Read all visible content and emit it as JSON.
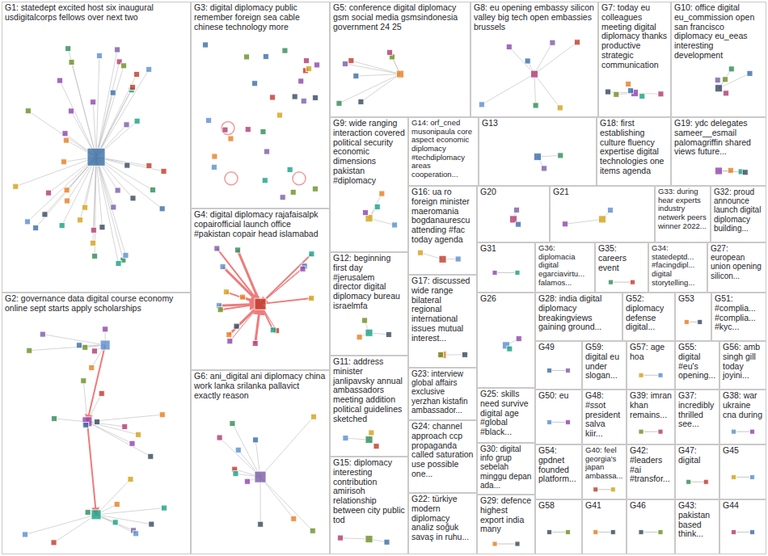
{
  "diagram": {
    "nodes": [
      {
        "text": [
          "G1: statedept excited host six inaugural usdigitalcorps fellows over next two"
        ]
      },
      {
        "text": [
          "G2: governance data digital course economy online sept starts apply scholarships"
        ]
      },
      {
        "text": [
          "G3: digital diplomacy public remember foreign sea cable chinese technology more"
        ]
      },
      {
        "text": [
          "G4: digital diplomacy rajafaisalpk copairofficial launch office #pakistan copair head islamabad"
        ]
      },
      {
        "text": [
          "G5: conference digital diplomacy gsm social media gsmsindonesia government 24 25"
        ]
      },
      {
        "text": [
          "G6: ani_digital ani diplomacy china work lanka srilanka pallavict exactly reason"
        ]
      },
      {
        "text": [
          "G7: today eu colleagues meeting digital diplomacy thanks productive strategic communication"
        ]
      },
      {
        "text": [
          "G8: eu opening embassy silicon valley big tech open embassies brussels"
        ]
      },
      {
        "text": [
          "G9: wide ranging interaction covered political security economic dimensions pakistan #diplomacy"
        ]
      },
      {
        "text": [
          "G10: office digital eu_commission open san francisco diplomacy eu_eeas interesting development"
        ]
      },
      {
        "text": [
          "G11: address minister janlipavsky annual ambassadors meeting addition political guidelines sketched"
        ]
      },
      {
        "text": [
          "G12: beginning first day #jerusalem director digital diplomacy bureau israelmfa"
        ]
      },
      {
        "text": [
          "G13"
        ]
      },
      {
        "text": [
          "G14: orf_cned musonipaula core aspect economic diplomacy #techdiplomacy areas cooperation..."
        ]
      },
      {
        "text": [
          "G15: diplomacy interesting contribution amirisoh relationship between city public tod"
        ]
      },
      {
        "text": [
          "G16: ua ro foreign minister maeromania bogdanaurescu attending #fac today agenda"
        ]
      },
      {
        "text": [
          "G17: discussed wide range bilateral regional international issues mutual interest..."
        ]
      },
      {
        "text": [
          "G18: first establishing culture fluency expertise digital technologies one items agenda"
        ]
      },
      {
        "text": [
          "G19: ydc delegates sameer__esmail palomagriffin shared views future..."
        ]
      },
      {
        "text": [
          "G20"
        ]
      },
      {
        "text": [
          "G21"
        ]
      },
      {
        "text": [
          "G22: türkiye modern diplomacy analiz soğuk savaş in ruhu..."
        ]
      },
      {
        "text": [
          "G23: interview global affairs exclusive yerzhan kistafin ambassador..."
        ]
      },
      {
        "text": [
          "G24: channel approach ccp propaganda called saturation use possible one..."
        ]
      },
      {
        "text": [
          "G25: skills need survive digital age #global #black..."
        ]
      },
      {
        "text": [
          "G26"
        ]
      },
      {
        "text": [
          "G27: european union opening silicon..."
        ]
      },
      {
        "text": [
          "G28: india digital diplomacy breakingviews gaining ground..."
        ]
      },
      {
        "text": [
          "G29: defence highest export india many"
        ]
      },
      {
        "text": [
          "G30: digital info grup sebelah minggu depan ada..."
        ]
      },
      {
        "text": [
          "G31"
        ]
      },
      {
        "text": [
          "G32: proud announce launch digital diplomacy building..."
        ]
      },
      {
        "text": [
          "G33: during hear experts industry netwerk peers winner 2022..."
        ]
      },
      {
        "text": [
          "G34: statedeptd... #facingdipl... digital storytelling..."
        ]
      },
      {
        "text": [
          "G35: careers event"
        ]
      },
      {
        "text": [
          "G36: diplomacia digital egarciavirtu... falamos..."
        ]
      },
      {
        "text": [
          "G37: incredibly thrilled see..."
        ]
      },
      {
        "text": [
          "G38: war ukraine cna during"
        ]
      },
      {
        "text": [
          "G39: imran khan remains..."
        ]
      },
      {
        "text": [
          "G40: feel georgia's japan ambassa..."
        ]
      },
      {
        "text": [
          "G41"
        ]
      },
      {
        "text": [
          "G42: #leaders #ai #transfor..."
        ]
      },
      {
        "text": [
          "G43: pakistan based think..."
        ]
      },
      {
        "text": [
          "G44"
        ]
      },
      {
        "text": [
          "G45"
        ]
      },
      {
        "text": [
          "G46"
        ]
      },
      {
        "text": [
          "G47: digital"
        ]
      },
      {
        "text": [
          "G48: #ssot president salva kiir..."
        ]
      },
      {
        "text": [
          "G49"
        ]
      },
      {
        "text": [
          "G50: eu"
        ]
      },
      {
        "text": [
          "G51: #complia... #complia... #kyc..."
        ]
      },
      {
        "text": [
          "G52: diplomacy defense digital..."
        ]
      },
      {
        "text": [
          "G53"
        ]
      },
      {
        "text": [
          "G54: gpdnet founded platform..."
        ]
      },
      {
        "text": [
          "G55: digital #eu's opening..."
        ]
      },
      {
        "text": [
          "G56: amb singh gill today joyini..."
        ]
      },
      {
        "text": [
          "G57: age hoa"
        ]
      },
      {
        "text": [
          "G58"
        ]
      },
      {
        "text": [
          "G59: digital eu under slogan..."
        ]
      }
    ]
  }
}
